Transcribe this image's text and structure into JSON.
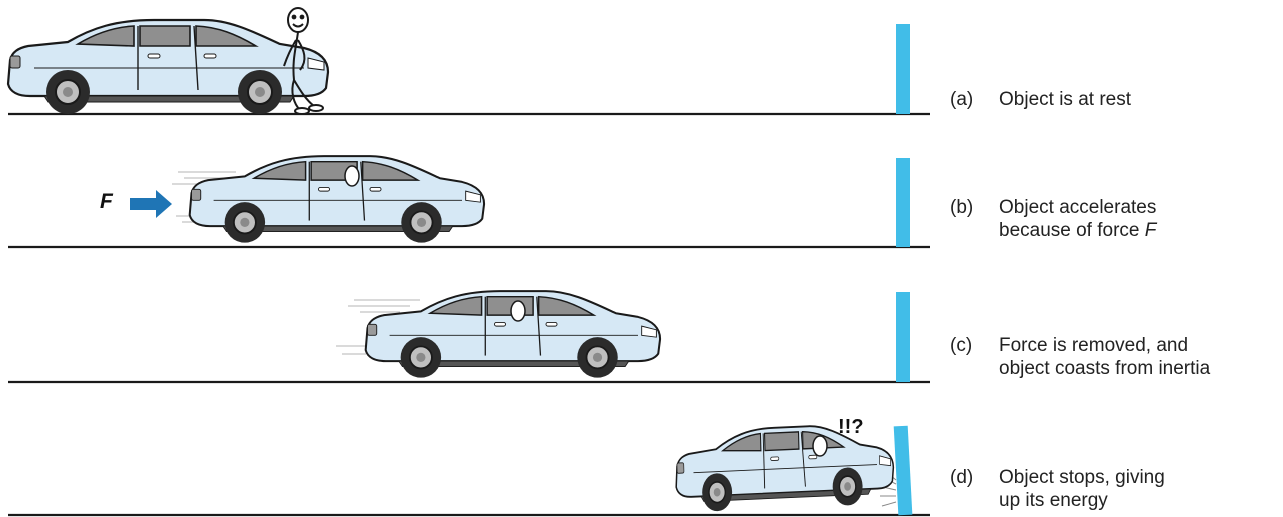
{
  "colors": {
    "car_body": "#d6e8f5",
    "car_outline": "#1a1a1a",
    "window": "#8f8f8f",
    "wall": "#41bde8",
    "arrow": "#1f75b5",
    "ground": "#1a1a1a"
  },
  "panels": [
    {
      "id": "a",
      "label": "(a)",
      "line1": "Object is at rest",
      "line2": "",
      "line2_italic": ""
    },
    {
      "id": "b",
      "label": "(b)",
      "line1": "Object accelerates",
      "line2": "because of force ",
      "line2_italic": "F"
    },
    {
      "id": "c",
      "label": "(c)",
      "line1": "Force is removed, and",
      "line2": "object coasts from inertia",
      "line2_italic": ""
    },
    {
      "id": "d",
      "label": "(d)",
      "line1": "Object stops, giving",
      "line2": "up its energy",
      "line2_italic": ""
    }
  ],
  "force_label": "F",
  "surprise_text": "!!?",
  "icons": {
    "person": "stick-figure-icon",
    "arrow": "force-arrow-icon",
    "wall": "wall-icon"
  }
}
